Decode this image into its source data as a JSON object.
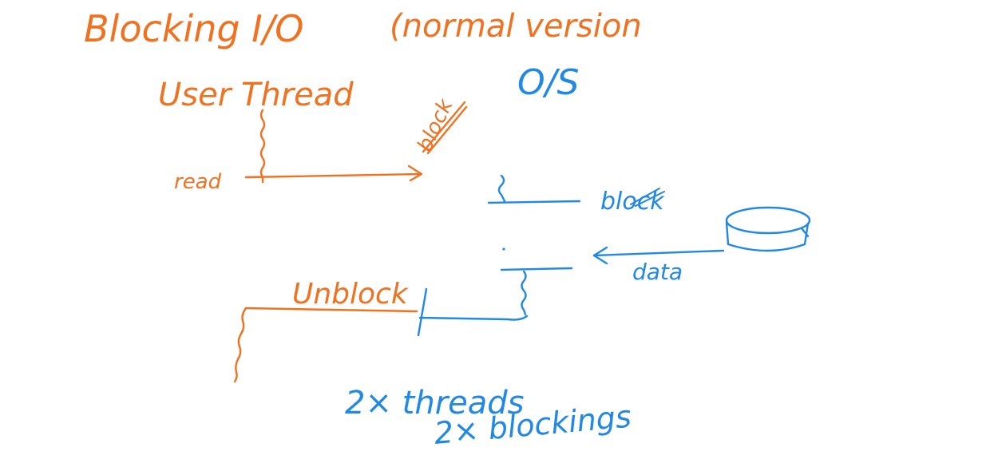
{
  "colors": {
    "user_ink": "#f07220",
    "os_ink": "#2188e6",
    "background": "#ffffff"
  },
  "title": "Blocking I/O",
  "subtitle": "(normal version",
  "labels": {
    "user_thread": "User Thread",
    "os": "O/S",
    "read": "read",
    "block_user": "block",
    "block_os": "block",
    "data": "data",
    "unblock": "Unblock",
    "threads": "2× threads",
    "blockings": "2× blockings"
  },
  "icons": {
    "disk": "disk-cylinder-icon"
  }
}
